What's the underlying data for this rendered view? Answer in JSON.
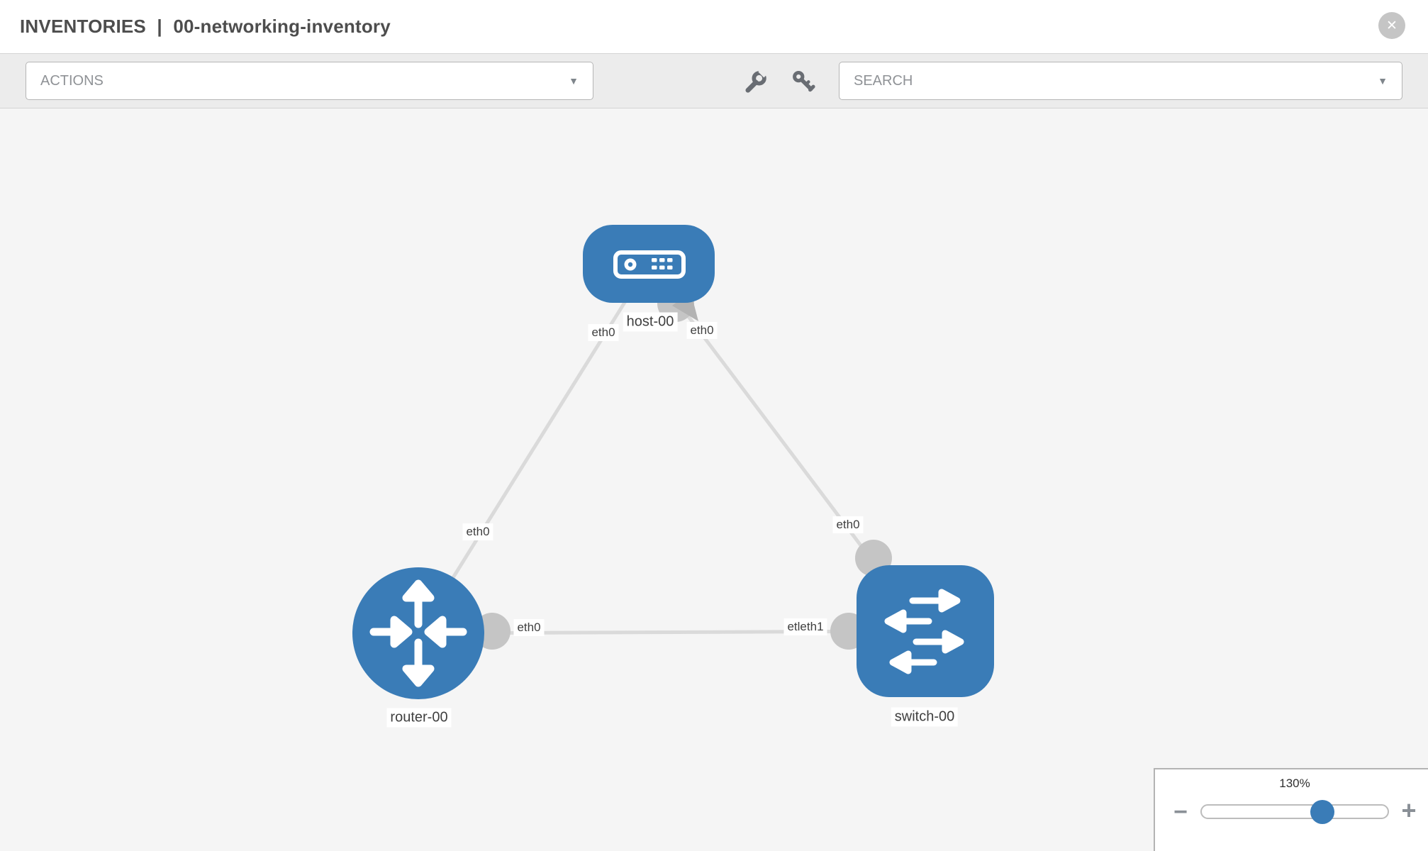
{
  "header": {
    "section": "INVENTORIES",
    "separator": "|",
    "inventory_name": "00-networking-inventory"
  },
  "toolbar": {
    "actions_label": "ACTIONS",
    "search_placeholder": "SEARCH"
  },
  "icons": {
    "close": "✕",
    "caret": "▼",
    "wrench": "wrench-icon",
    "key": "key-icon"
  },
  "colors": {
    "node_blue": "#3a7cb7",
    "link_gray": "#dadada",
    "connector_gray": "#c5c5c5",
    "canvas_bg": "#f5f5f5",
    "toolbar_bg": "#ececec"
  },
  "graph": {
    "nodes": [
      {
        "id": "host-00",
        "type": "host",
        "label": "host-00"
      },
      {
        "id": "router-00",
        "type": "router",
        "label": "router-00"
      },
      {
        "id": "switch-00",
        "type": "switch",
        "label": "switch-00"
      }
    ],
    "links": [
      {
        "from": "host-00",
        "to": "router-00"
      },
      {
        "from": "host-00",
        "to": "switch-00"
      },
      {
        "from": "router-00",
        "to": "switch-00"
      }
    ],
    "interfaces": {
      "host_left": "eth0",
      "host_right": "eth0",
      "host_router_link": "eth0",
      "host_switch_link": "eth0",
      "router_eth0": "eth0",
      "switch_overlap": "etleth1"
    }
  },
  "zoom_panel": {
    "level": "130%",
    "zoom_out_label": "−",
    "zoom_in_label": "+"
  }
}
